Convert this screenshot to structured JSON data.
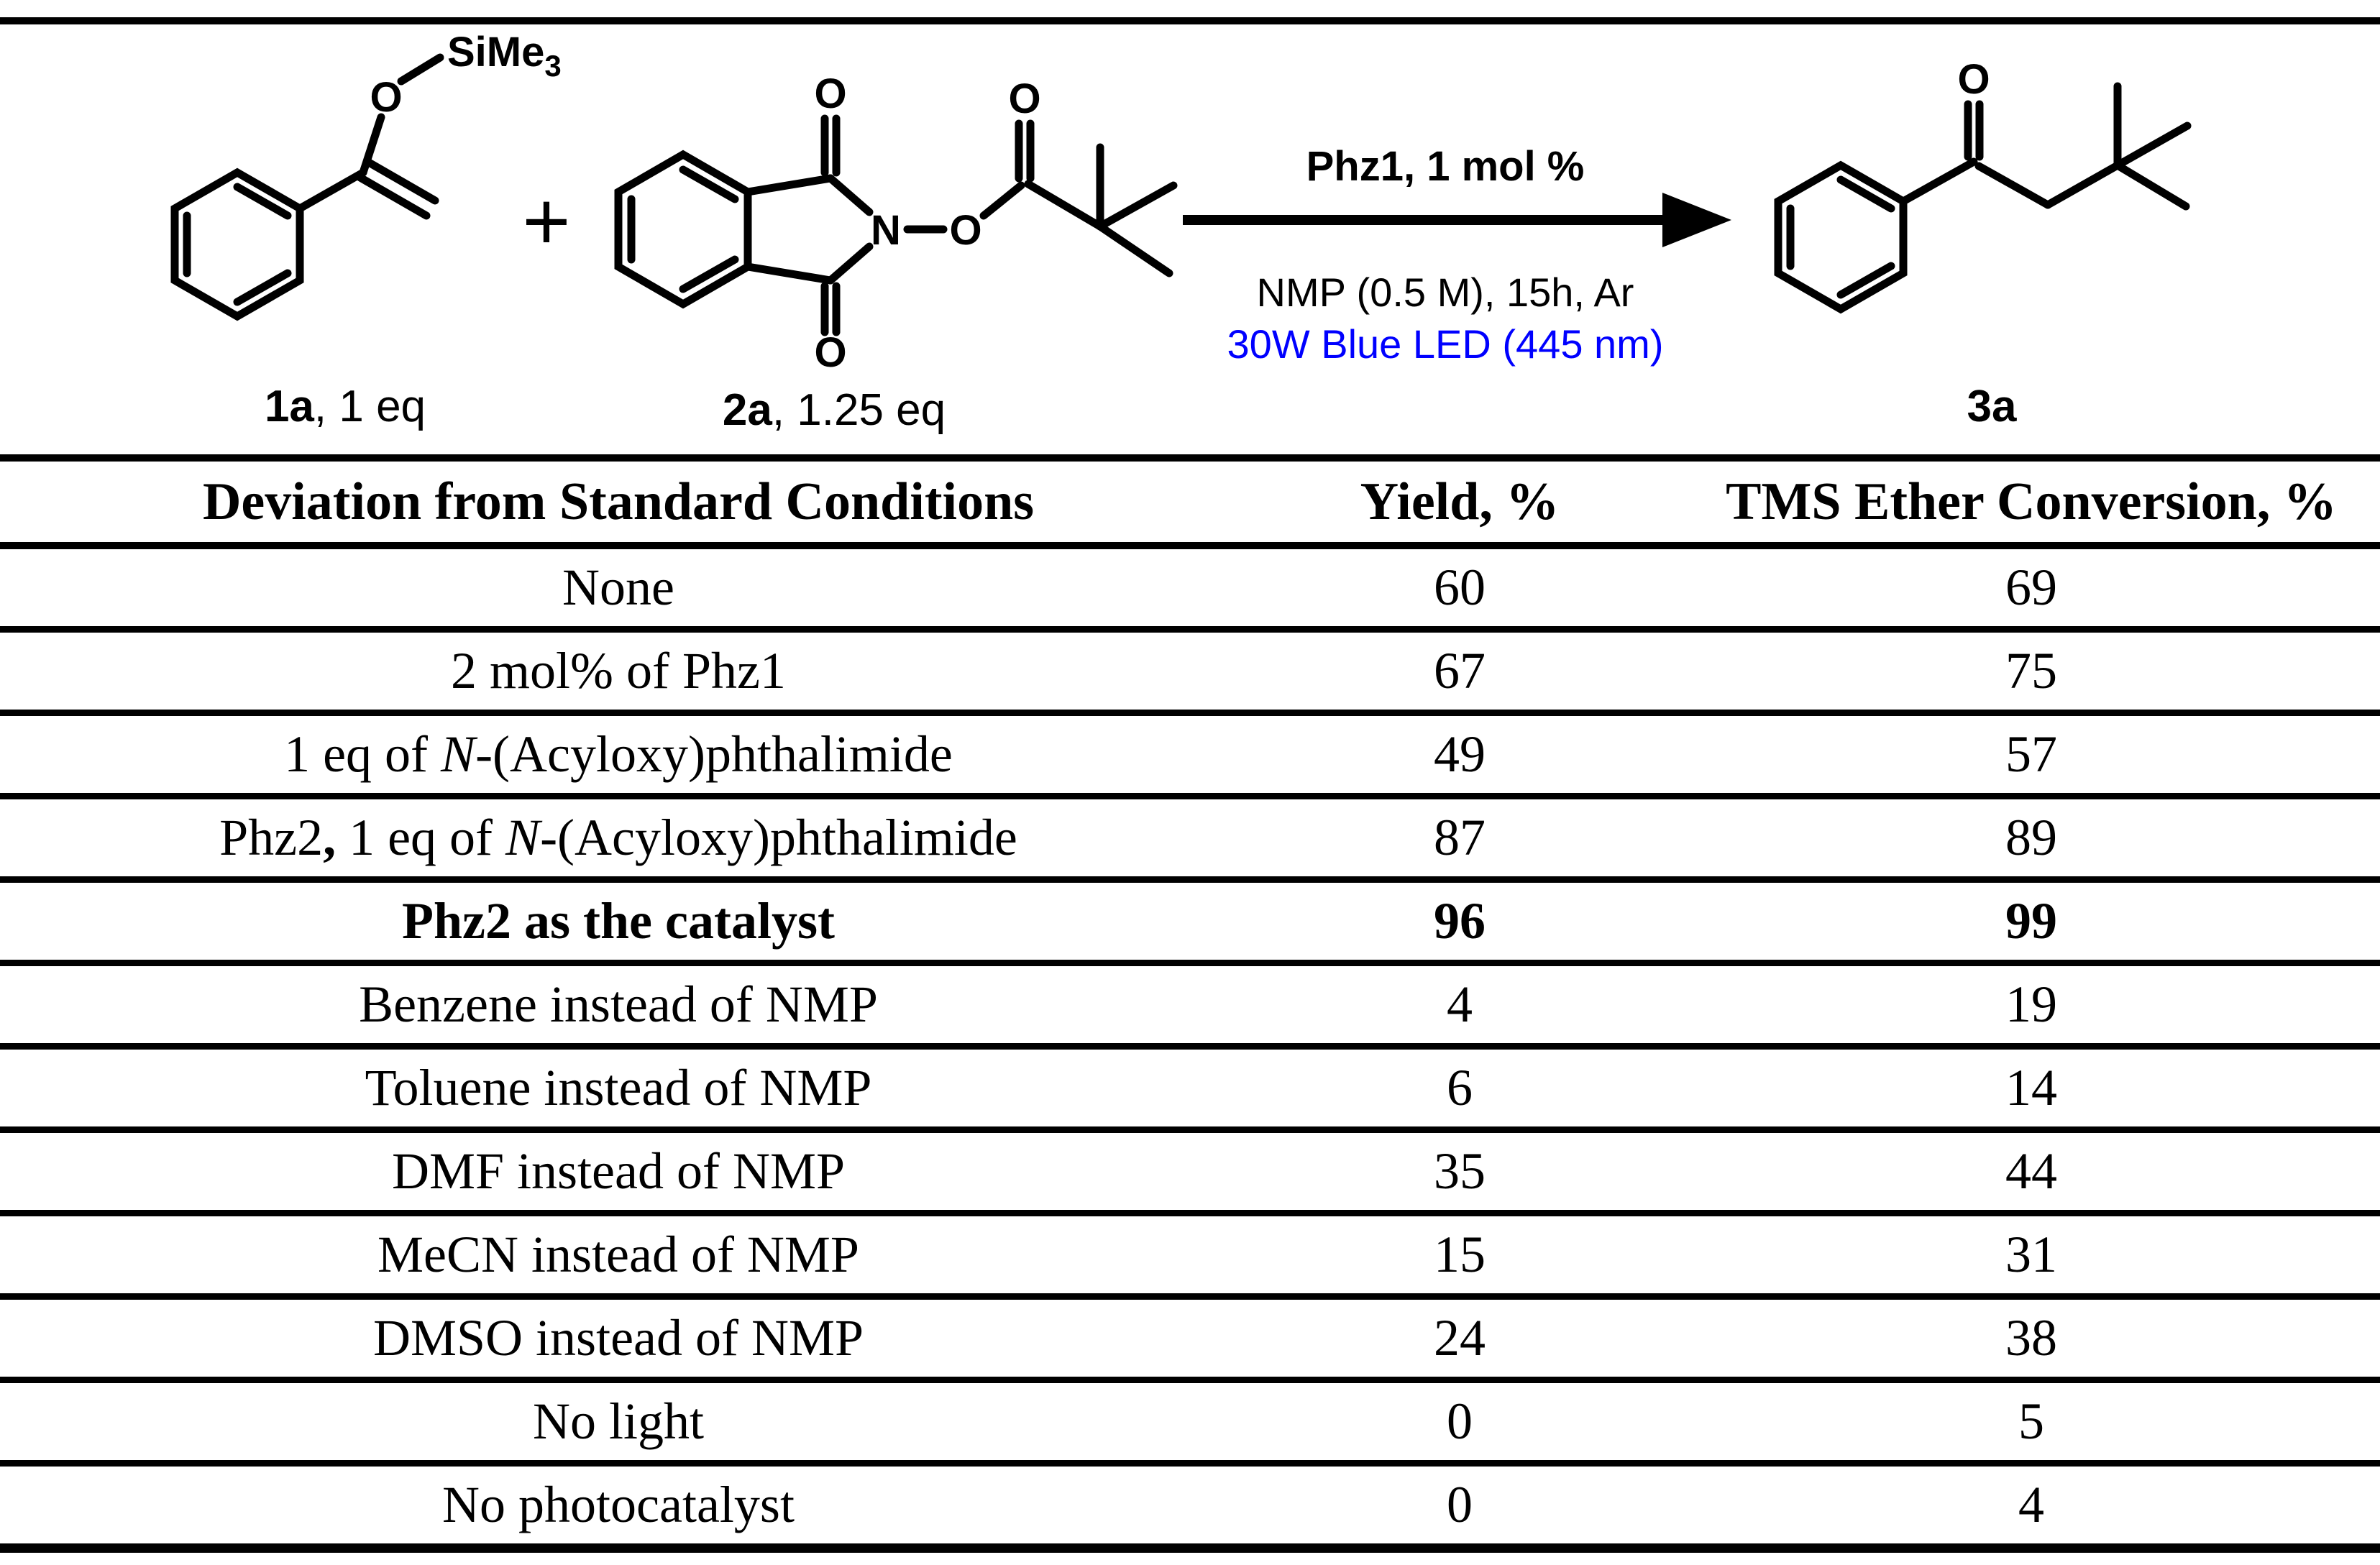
{
  "scheme": {
    "reagent1": {
      "name": "silyl-enol-ether",
      "label_bold": "1a",
      "label_rest": ", 1 eq",
      "atom_o": "O",
      "atom_si": "SiMe",
      "si_sub": "3"
    },
    "plus": "+",
    "reagent2": {
      "name": "N-acyloxyphthalimide",
      "label_bold": "2a",
      "label_rest": ", 1.25 eq",
      "atom_n": "N",
      "atom_o_top": "O",
      "atom_o_bottom": "O",
      "atom_o_ester": "O",
      "atom_o_acyl": "O"
    },
    "arrow": {
      "above": "Phz1, 1 mol %",
      "below1": "NMP (0.5 M), 15h, Ar",
      "below2": "30W Blue LED (445 nm)",
      "led_color": "#0000ff"
    },
    "product": {
      "name": "neopentyl-phenyl-ketone",
      "label_bold": "3a",
      "atom_o": "O"
    }
  },
  "table": {
    "headers": [
      "Deviation from Standard Conditions",
      "Yield, %",
      "TMS Ether Conversion, %"
    ],
    "rows": [
      {
        "pre": "None",
        "b": "",
        "mid": "",
        "it": "",
        "post": "",
        "yield": "60",
        "conv": "69"
      },
      {
        "pre": "2 mol% of Phz1",
        "b": "",
        "mid": "",
        "it": "",
        "post": "",
        "yield": "67",
        "conv": "75"
      },
      {
        "pre": "1 eq of ",
        "b": "",
        "mid": "",
        "it": "N",
        "post": "-(Acyloxy)phthalimide",
        "yield": "49",
        "conv": "57"
      },
      {
        "pre": "Phz2",
        "b": ",",
        "mid": " 1 eq of ",
        "it": "N",
        "post": "-(Acyloxy)phthalimide",
        "yield": "87",
        "conv": "89"
      },
      {
        "pre": "Phz2 as the catalyst",
        "b": "",
        "mid": "",
        "it": "",
        "post": "",
        "yield": "96",
        "conv": "99"
      },
      {
        "pre": "Benzene instead of NMP",
        "b": "",
        "mid": "",
        "it": "",
        "post": "",
        "yield": "4",
        "conv": "19"
      },
      {
        "pre": "Toluene instead of NMP",
        "b": "",
        "mid": "",
        "it": "",
        "post": "",
        "yield": "6",
        "conv": "14"
      },
      {
        "pre": "DMF instead of NMP",
        "b": "",
        "mid": "",
        "it": "",
        "post": "",
        "yield": "35",
        "conv": "44"
      },
      {
        "pre": "MeCN instead of NMP",
        "b": "",
        "mid": "",
        "it": "",
        "post": "",
        "yield": "15",
        "conv": "31"
      },
      {
        "pre": "DMSO instead of NMP",
        "b": "",
        "mid": "",
        "it": "",
        "post": "",
        "yield": "24",
        "conv": "38"
      },
      {
        "pre": "No light",
        "b": "",
        "mid": "",
        "it": "",
        "post": "",
        "yield": "0",
        "conv": "5"
      },
      {
        "pre": "No photocatalyst",
        "b": "",
        "mid": "",
        "it": "",
        "post": "",
        "yield": "0",
        "conv": "4"
      }
    ]
  },
  "chart_data": {
    "type": "table",
    "title": "Optimization of reaction conditions: 1a + 2a -> 3a, Phz1 (1 mol %), NMP (0.5 M), 15h, Ar, 30W Blue LED (445 nm)",
    "columns": [
      "Deviation from Standard Conditions",
      "Yield, %",
      "TMS Ether Conversion, %"
    ],
    "rows": [
      [
        "None",
        60,
        69
      ],
      [
        "2 mol% of Phz1",
        67,
        75
      ],
      [
        "1 eq of N-(Acyloxy)phthalimide",
        49,
        57
      ],
      [
        "Phz2, 1 eq of N-(Acyloxy)phthalimide",
        87,
        89
      ],
      [
        "Phz2 as the catalyst",
        96,
        99
      ],
      [
        "Benzene instead of NMP",
        4,
        19
      ],
      [
        "Toluene instead of NMP",
        6,
        14
      ],
      [
        "DMF instead of NMP",
        35,
        44
      ],
      [
        "MeCN instead of NMP",
        15,
        31
      ],
      [
        "DMSO instead of NMP",
        24,
        38
      ],
      [
        "No light",
        0,
        5
      ],
      [
        "No photocatalyst",
        0,
        4
      ]
    ]
  }
}
